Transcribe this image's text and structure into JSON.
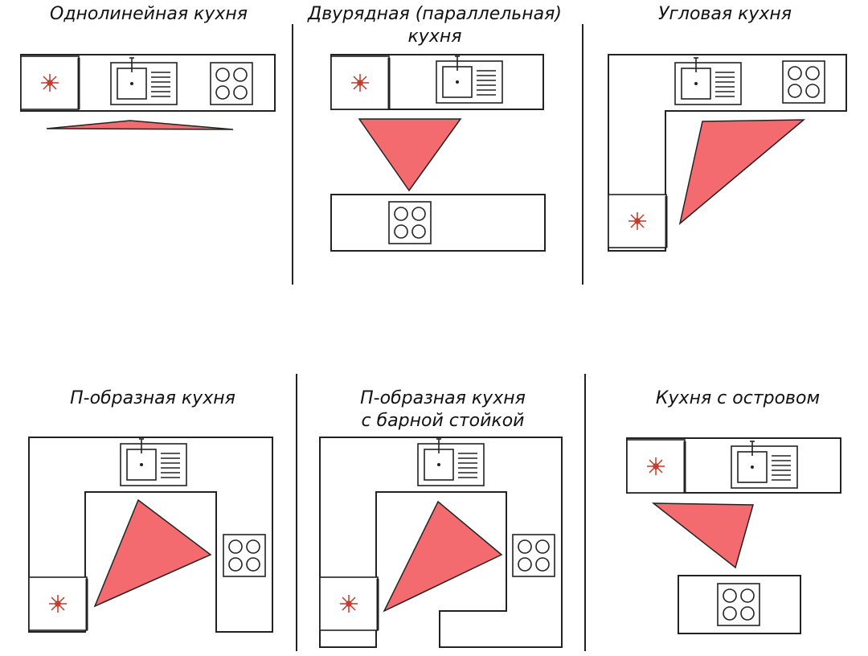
{
  "diagram": {
    "titles": {
      "single_line": "Однолинейная кухня",
      "parallel_l1": "Двурядная (параллельная)",
      "parallel_l2": "кухня",
      "corner": "Угловая кухня",
      "u_shape": "П-образная кухня",
      "u_bar_l1": "П-образная кухня",
      "u_bar_l2": "с барной стойкой",
      "island": "Кухня с островом"
    },
    "colors": {
      "triangle": "#f36a6f",
      "lines": "#222222",
      "background": "#ffffff"
    },
    "icons": [
      "fridge-snowflake-icon",
      "sink-icon",
      "stove-icon"
    ]
  }
}
